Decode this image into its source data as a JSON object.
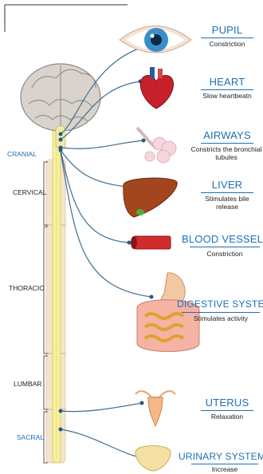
{
  "regions": {
    "cranial": "CRANIAL",
    "cervical": "CERVICAL",
    "thoracic": "THORACIC",
    "lumbar": "LUMBAR",
    "sacral": "SACRAL"
  },
  "organs": [
    {
      "title": "PUPIL",
      "effect": "Constriction"
    },
    {
      "title": "HEART",
      "effect": "Slow heartbeatn"
    },
    {
      "title": "AIRWAYS",
      "effect": "Constricts the bronchial tubules"
    },
    {
      "title": "LIVER",
      "effect": "Stimulates bile release"
    },
    {
      "title": "BLOOD VESSELS",
      "effect": "Constriction"
    },
    {
      "title": "DIGESTIVE SYSTEM",
      "effect": "Stimulates activity"
    },
    {
      "title": "UTERUS",
      "effect": "Relaxation"
    },
    {
      "title": "URINARY SYSTEM",
      "effect": "Increase"
    }
  ],
  "colors": {
    "accent": "#1e6fb5",
    "nerve": "#3f6f8e",
    "spinal_cord": "#f7ef9c"
  }
}
